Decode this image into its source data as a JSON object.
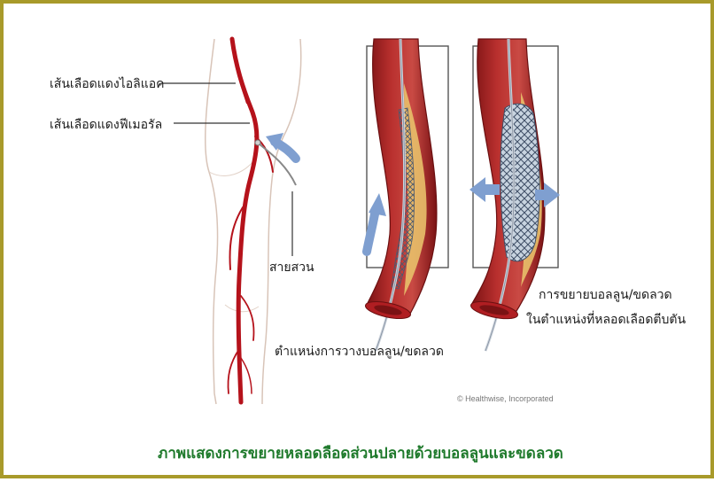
{
  "labels": {
    "iliac_artery": "เส้นเลือดแดงไอลิแอค",
    "femoral_artery": "เส้นเลือดแดงฟีเมอรัล",
    "catheter": "สายสวน",
    "placement": "ตำแหน่งการวางบอลลูน/ขดลวด",
    "expansion_line1": "การขยายบอลลูน/ขดลวด",
    "expansion_line2": "ในตำแหน่งที่หลอดเลือดตีบตัน"
  },
  "credit": "© Healthwise, Incorporated",
  "caption": "ภาพแสดงการขยายหลอดลือดส่วนปลายด้วยบอลลูนและขดลวด",
  "colors": {
    "frame": "#a89a2a",
    "artery_red": "#b5121b",
    "vessel_wall": "#8e1d1f",
    "plaque": "#e8c06a",
    "arrow_blue": "#7f9fd0",
    "caption_green": "#1f7a2c"
  }
}
